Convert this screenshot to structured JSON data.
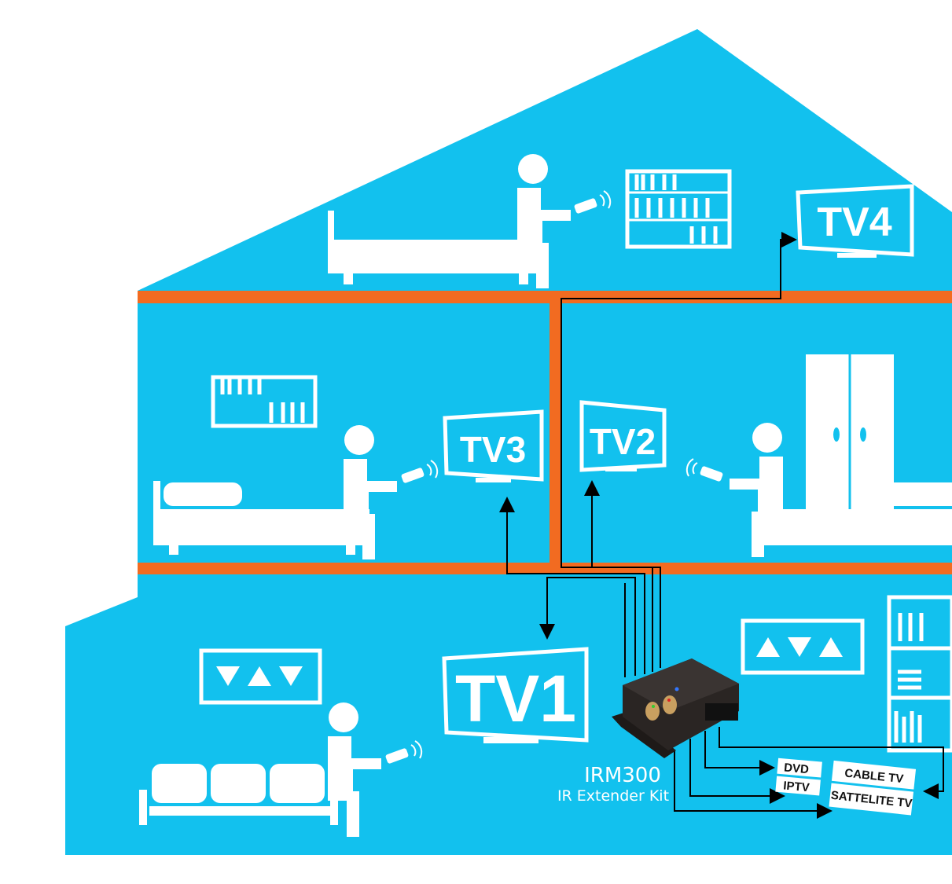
{
  "colors": {
    "house": "#12c1ee",
    "floor": "#f26b21",
    "wire": "#000000",
    "icon": "#ffffff"
  },
  "tvs": {
    "tv1": "TV1",
    "tv2": "TV2",
    "tv3": "TV3",
    "tv4": "TV4"
  },
  "device": {
    "model": "IRM300",
    "subtitle": "IR Extender Kit"
  },
  "sources": {
    "dvd": "DVD",
    "iptv": "IPTV",
    "cable": "CABLE TV",
    "satellite": "SATTELITE TV"
  }
}
